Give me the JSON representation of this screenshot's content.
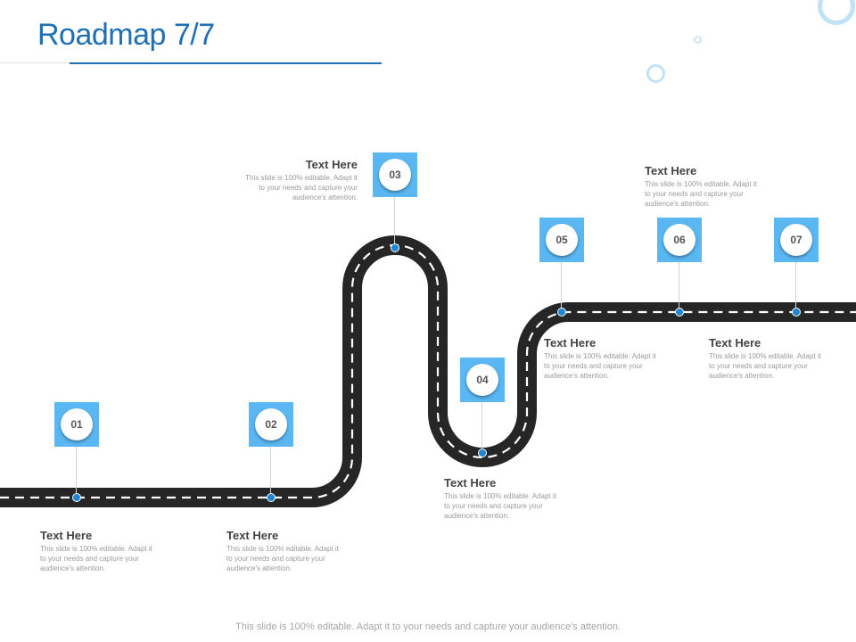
{
  "title": "Roadmap 7/7",
  "footer": "This slide is 100% editable. Adapt it to your needs and capture your audience's attention.",
  "colors": {
    "title": "#1f6fb5",
    "marker": "#5ab7f2",
    "road": "#262626",
    "dot": "#1f86d6"
  },
  "milestones": [
    {
      "number": "01",
      "heading": "Text Here",
      "body": "This slide is 100% editable. Adapt it to your needs and capture your audience's attention."
    },
    {
      "number": "02",
      "heading": "Text Here",
      "body": "This slide is 100% editable. Adapt it to your needs and capture your audience's attention."
    },
    {
      "number": "03",
      "heading": "Text Here",
      "body": "This slide is 100% editable. Adapt it to your needs and capture your audience's attention."
    },
    {
      "number": "04",
      "heading": "Text Here",
      "body": "This slide is 100% editable. Adapt it to your needs and capture your audience's attention."
    },
    {
      "number": "05",
      "heading": "Text Here",
      "body": "This slide is 100% editable. Adapt it to your needs and capture your audience's attention."
    },
    {
      "number": "06",
      "heading": "Text Here",
      "body": "This slide is 100% editable. Adapt it to your needs and capture your audience's attention."
    },
    {
      "number": "07",
      "heading": "Text Here",
      "body": "This slide is 100% editable. Adapt it to your needs and capture your audience's attention."
    }
  ]
}
